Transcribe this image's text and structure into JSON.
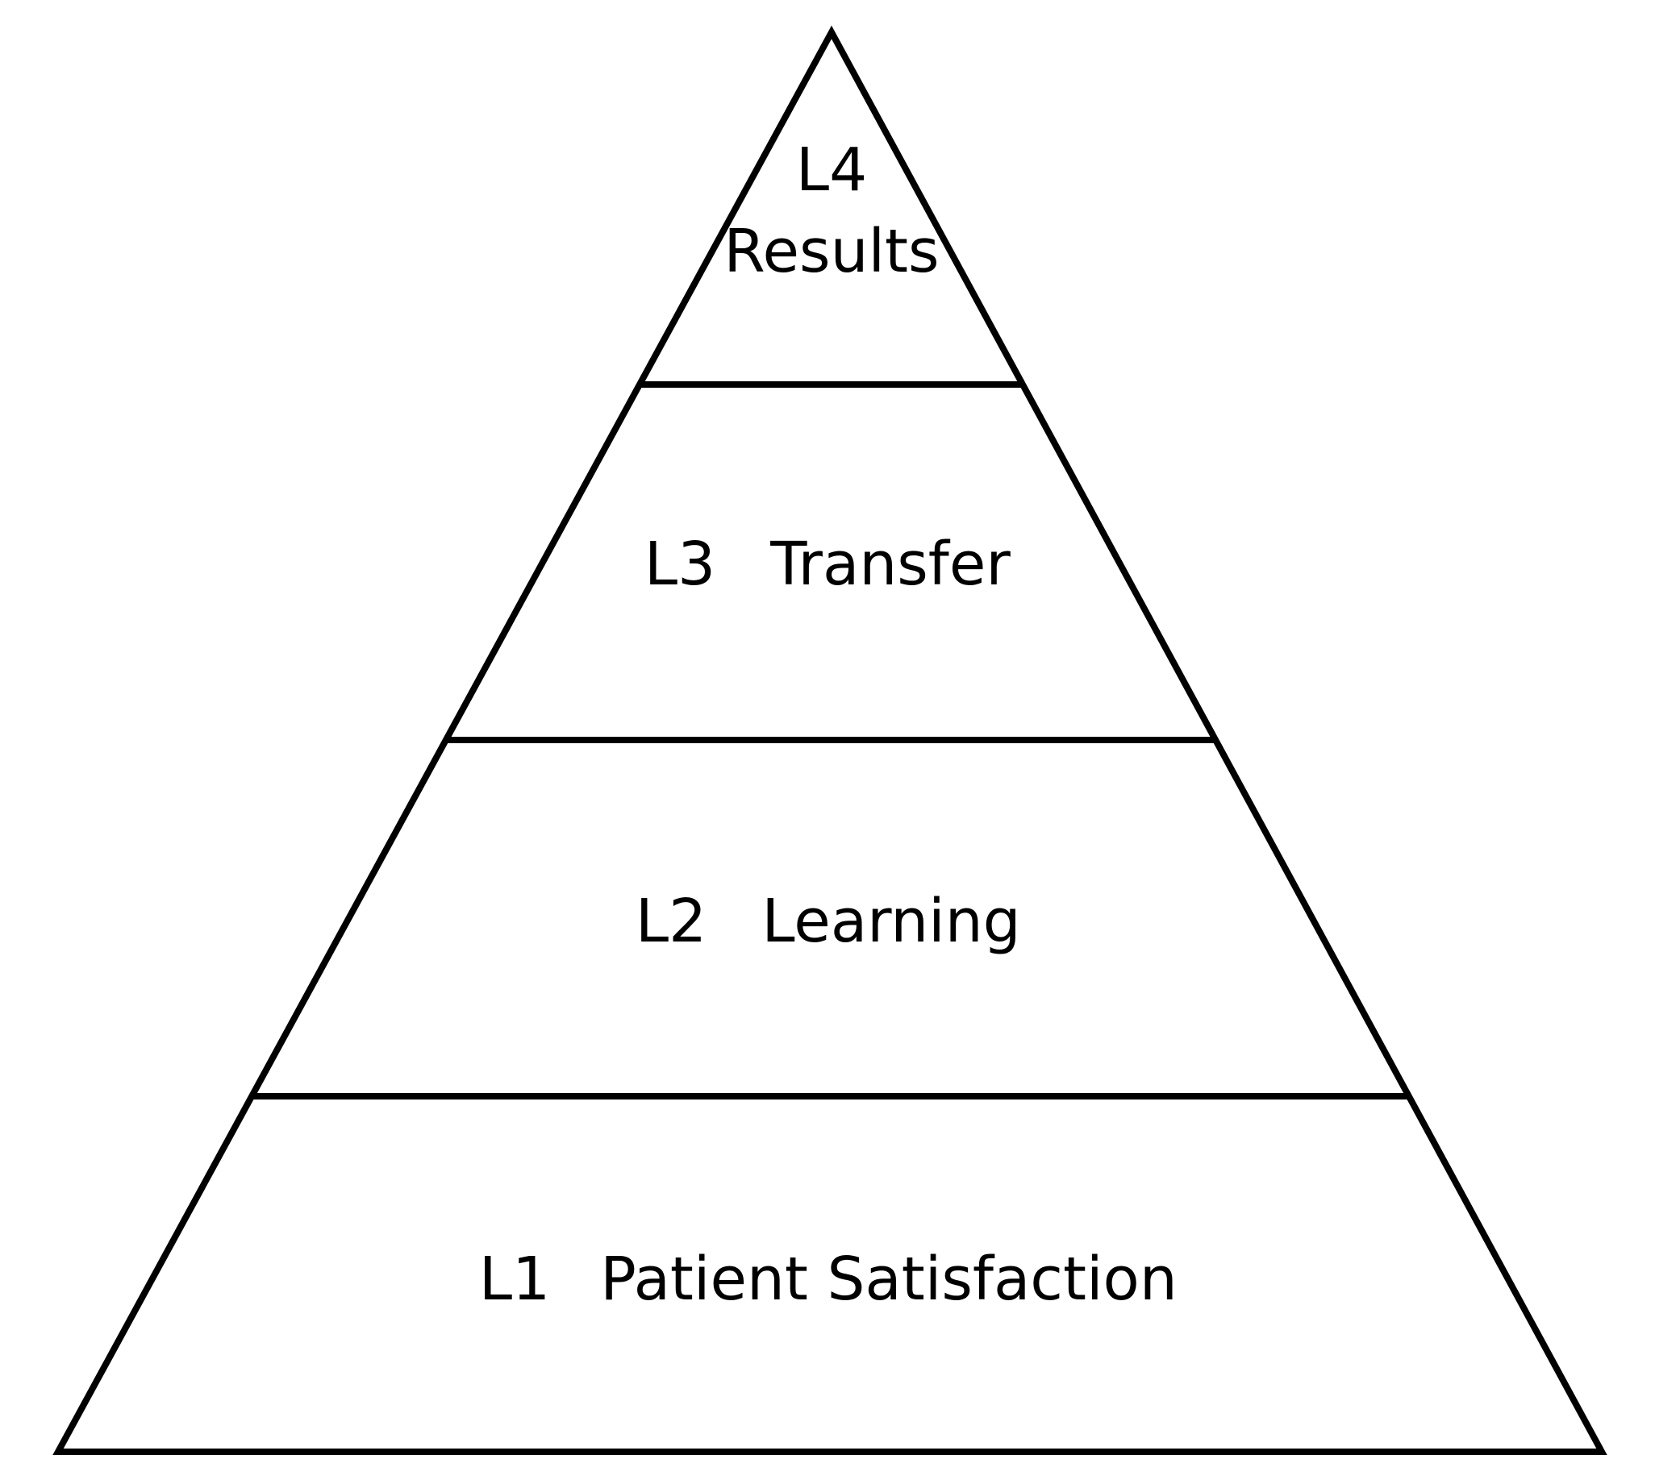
{
  "diagram": {
    "levels": [
      {
        "code": "L4",
        "name": "Results"
      },
      {
        "code": "L3",
        "name": "Transfer"
      },
      {
        "code": "L2",
        "name": "Learning"
      },
      {
        "code": "L1",
        "name": "Patient Satisfaction"
      }
    ]
  },
  "colors": {
    "stroke": "#000000",
    "background": "#ffffff"
  }
}
